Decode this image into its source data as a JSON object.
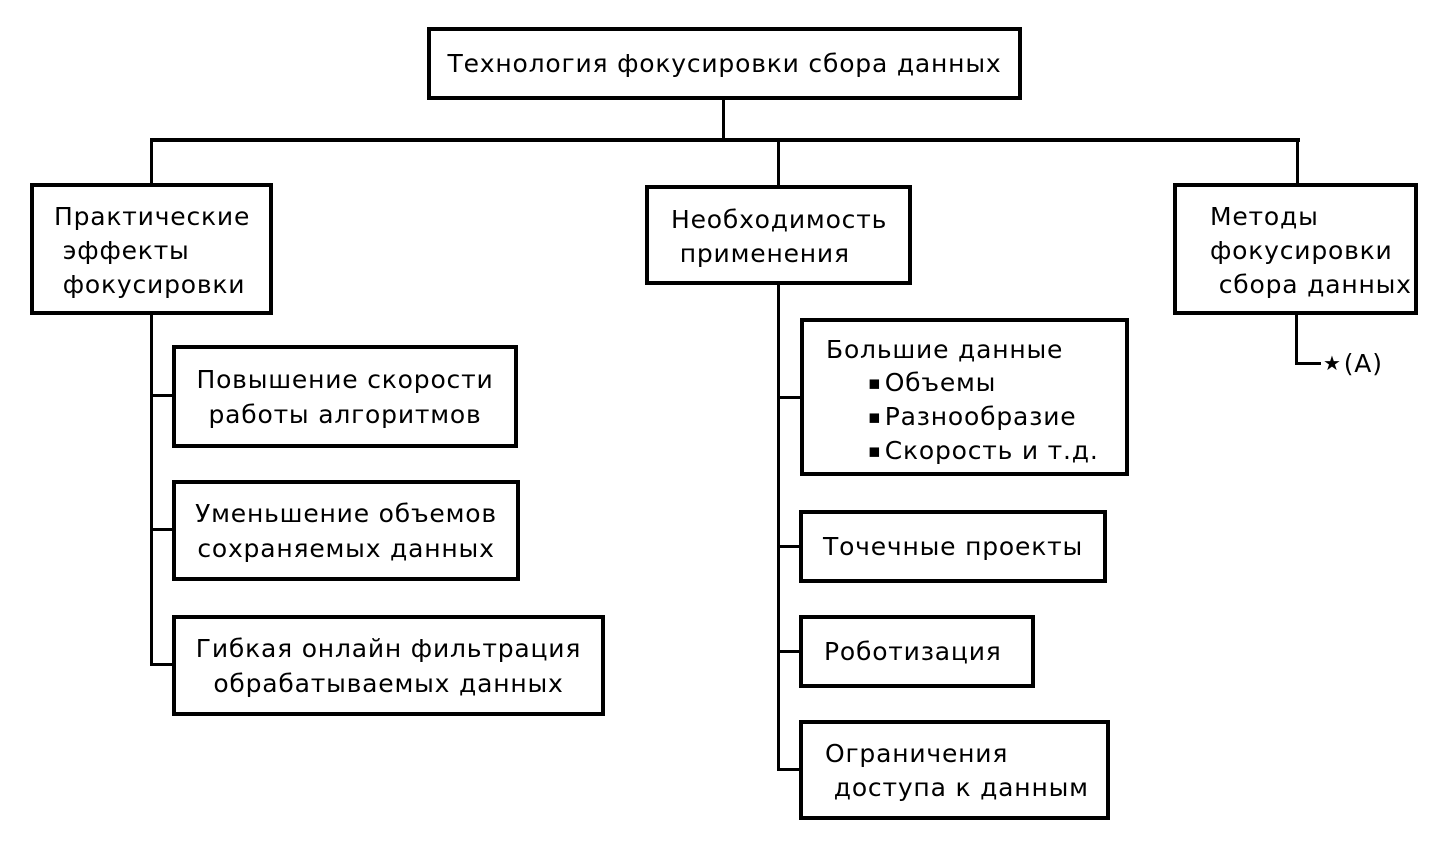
{
  "colors": {
    "line": "#000000",
    "box_border": "#000000",
    "background": "#ffffff",
    "text": "#000000"
  },
  "nodes": {
    "root": {
      "label": "Технология фокусировки сбора данных"
    },
    "practical_effects": {
      "lines": [
        "Практические",
        " эффекты",
        " фокусировки"
      ]
    },
    "algorithm_speed": {
      "lines": [
        "Повышение скорости",
        "работы алгоритмов"
      ]
    },
    "data_volume_reduction": {
      "lines": [
        "Уменьшение объемов",
        "сохраняемых данных"
      ]
    },
    "online_filtering": {
      "lines": [
        "Гибкая онлайн фильтрация",
        "обрабатываемых данных"
      ]
    },
    "necessity": {
      "lines": [
        "Необходимость",
        " применения"
      ]
    },
    "big_data": {
      "title": "Большие данные",
      "bullet_char": "▪",
      "bullets": [
        "Объемы",
        "Разнообразие",
        "Скорость и т.д."
      ]
    },
    "point_projects": {
      "label": "Точечные проекты"
    },
    "robotization": {
      "label": "Роботизация"
    },
    "access_restrictions": {
      "lines": [
        "Ограничения",
        " доступа к данным"
      ]
    },
    "focusing_methods": {
      "lines": [
        "Методы",
        "фокусировки",
        " сбора данных"
      ]
    },
    "footnote": {
      "star": "★",
      "label": "(A)"
    }
  }
}
